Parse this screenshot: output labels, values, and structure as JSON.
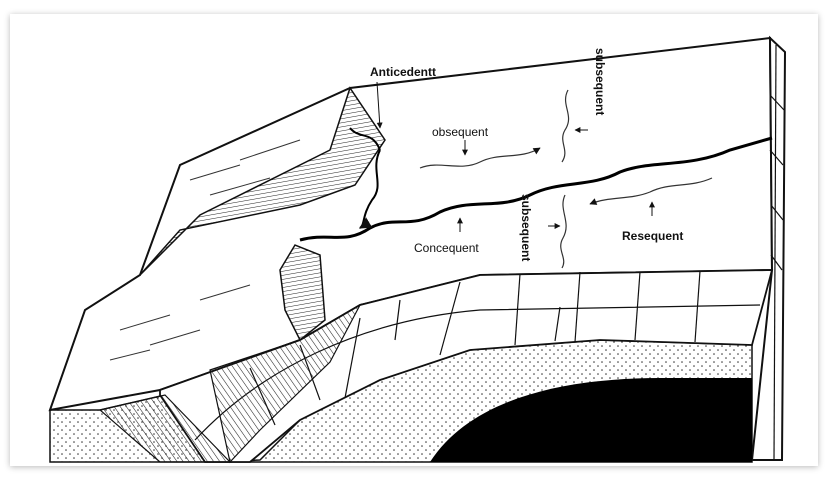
{
  "diagram": {
    "labels": {
      "anticedentt": "Anticedentt",
      "obsequent": "obsequent",
      "subsequent_top": "subsequent",
      "subsequent_mid": "subsequent",
      "concequent": "Concequent",
      "resequent": "Resequent"
    }
  }
}
